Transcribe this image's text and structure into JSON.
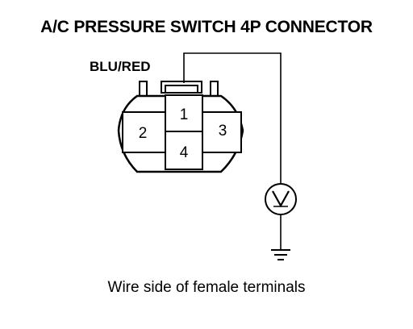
{
  "diagram": {
    "title": "A/C PRESSURE SWITCH 4P CONNECTOR",
    "wire_color": "BLU/RED",
    "caption": "Wire side of female terminals",
    "pins": [
      {
        "label": "1"
      },
      {
        "label": "2"
      },
      {
        "label": "3"
      },
      {
        "label": "4"
      }
    ],
    "meter_symbol": "V",
    "icons": [
      "voltmeter-icon",
      "ground-icon"
    ]
  }
}
